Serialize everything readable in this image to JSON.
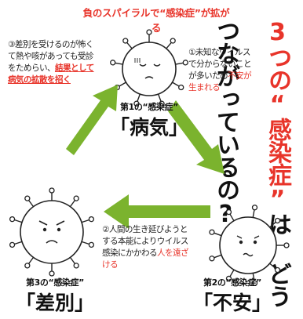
{
  "header": "負のスパイラルで“感染症”が拡がる",
  "title": {
    "part1": "3つの",
    "part2": "“感染症”",
    "part3": "は どうつながっているの?"
  },
  "stages": [
    {
      "sub": "第1の“感染症”",
      "name": "「病気」"
    },
    {
      "sub": "第2の“感染症”",
      "name": "「不安」"
    },
    {
      "sub": "第3の“感染症”",
      "name": "「差別」"
    }
  ],
  "notes": {
    "n1": {
      "plain": "①未知なウイルスで分からないことが多いため",
      "red": "不安が生まれる"
    },
    "n2": {
      "plain": "②人間の生き延びようとする本能によりウイルス感染にかかわる",
      "red": "人を遠ざける"
    },
    "n3": {
      "plain": "③差別を受けるのが怖くて熱や咳があっても受診をためらい、",
      "red": "結果として病気の拡散を招く"
    }
  },
  "colors": {
    "accent": "#e8342a",
    "arrow": "#7bb32e"
  }
}
